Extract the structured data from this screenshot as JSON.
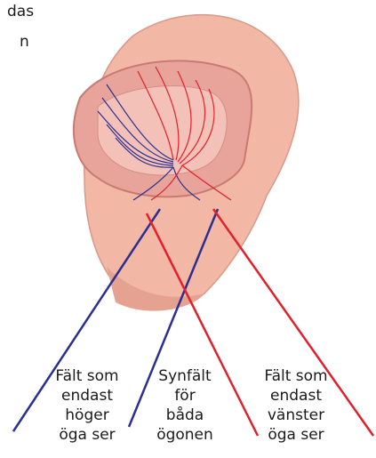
{
  "top_text": {
    "line1": "das",
    "line2": "n"
  },
  "labels": {
    "left": [
      "Fält som",
      "endast",
      "höger",
      "öga ser"
    ],
    "middle": [
      "Synfält",
      "för",
      "båda",
      "ögonen"
    ],
    "right": [
      "Fält som",
      "endast",
      "vänster",
      "öga ser"
    ]
  },
  "colors": {
    "left_eye_line": "#2b2f8f",
    "right_eye_line": "#e0202a",
    "skin": "#f2b7a5",
    "brain": "#e8a39a"
  },
  "icons": [
    "head-illustration",
    "brain-cutaway",
    "visual-pathway-lines"
  ]
}
